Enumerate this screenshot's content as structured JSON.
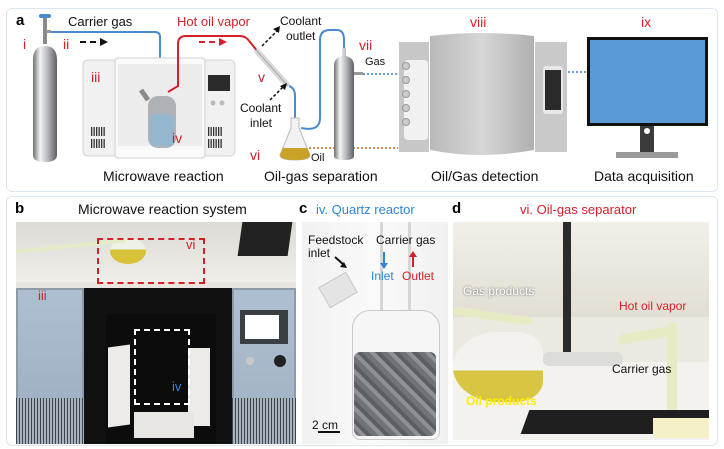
{
  "panel_a": {
    "label": "a",
    "roman": {
      "i": "i",
      "ii": "ii",
      "iii": "iii",
      "iv": "iv",
      "v": "v",
      "vi": "vi",
      "vii": "vii",
      "viii": "viii",
      "ix": "ix"
    },
    "carrier_gas": "Carrier gas",
    "hot_oil_vapor": "Hot oil vapor",
    "coolant_outlet_1": "Coolant",
    "coolant_outlet_2": "outlet",
    "coolant_inlet_1": "Coolant",
    "coolant_inlet_2": "inlet",
    "gas": "Gas",
    "oil": "Oil",
    "captions": [
      "Microwave reaction",
      "Oil-gas separation",
      "Oil/Gas detection",
      "Data acquisition"
    ]
  },
  "panel_b": {
    "label": "b",
    "title": "Microwave reaction system",
    "roman_iii": "iii",
    "roman_iv": "iv",
    "roman_vi": "vi"
  },
  "panel_c": {
    "label": "c",
    "title": "iv. Quartz reactor",
    "feedstock_1": "Feedstock",
    "feedstock_2": "inlet",
    "carrier_gas": "Carrier gas",
    "inlet": "Inlet",
    "outlet": "Outlet",
    "scale": "2 cm"
  },
  "panel_d": {
    "label": "d",
    "title": "vi.  Oil-gas separator",
    "gas_products": "Gas products",
    "hot_oil_vapor": "Hot oil vapor",
    "carrier_gas": "Carrier gas",
    "oil_products": "Oil products"
  },
  "colors": {
    "red": "#d4202a",
    "blue": "#2e86d6",
    "monitor": "#5b9bd5",
    "oil": "#c9a227"
  }
}
